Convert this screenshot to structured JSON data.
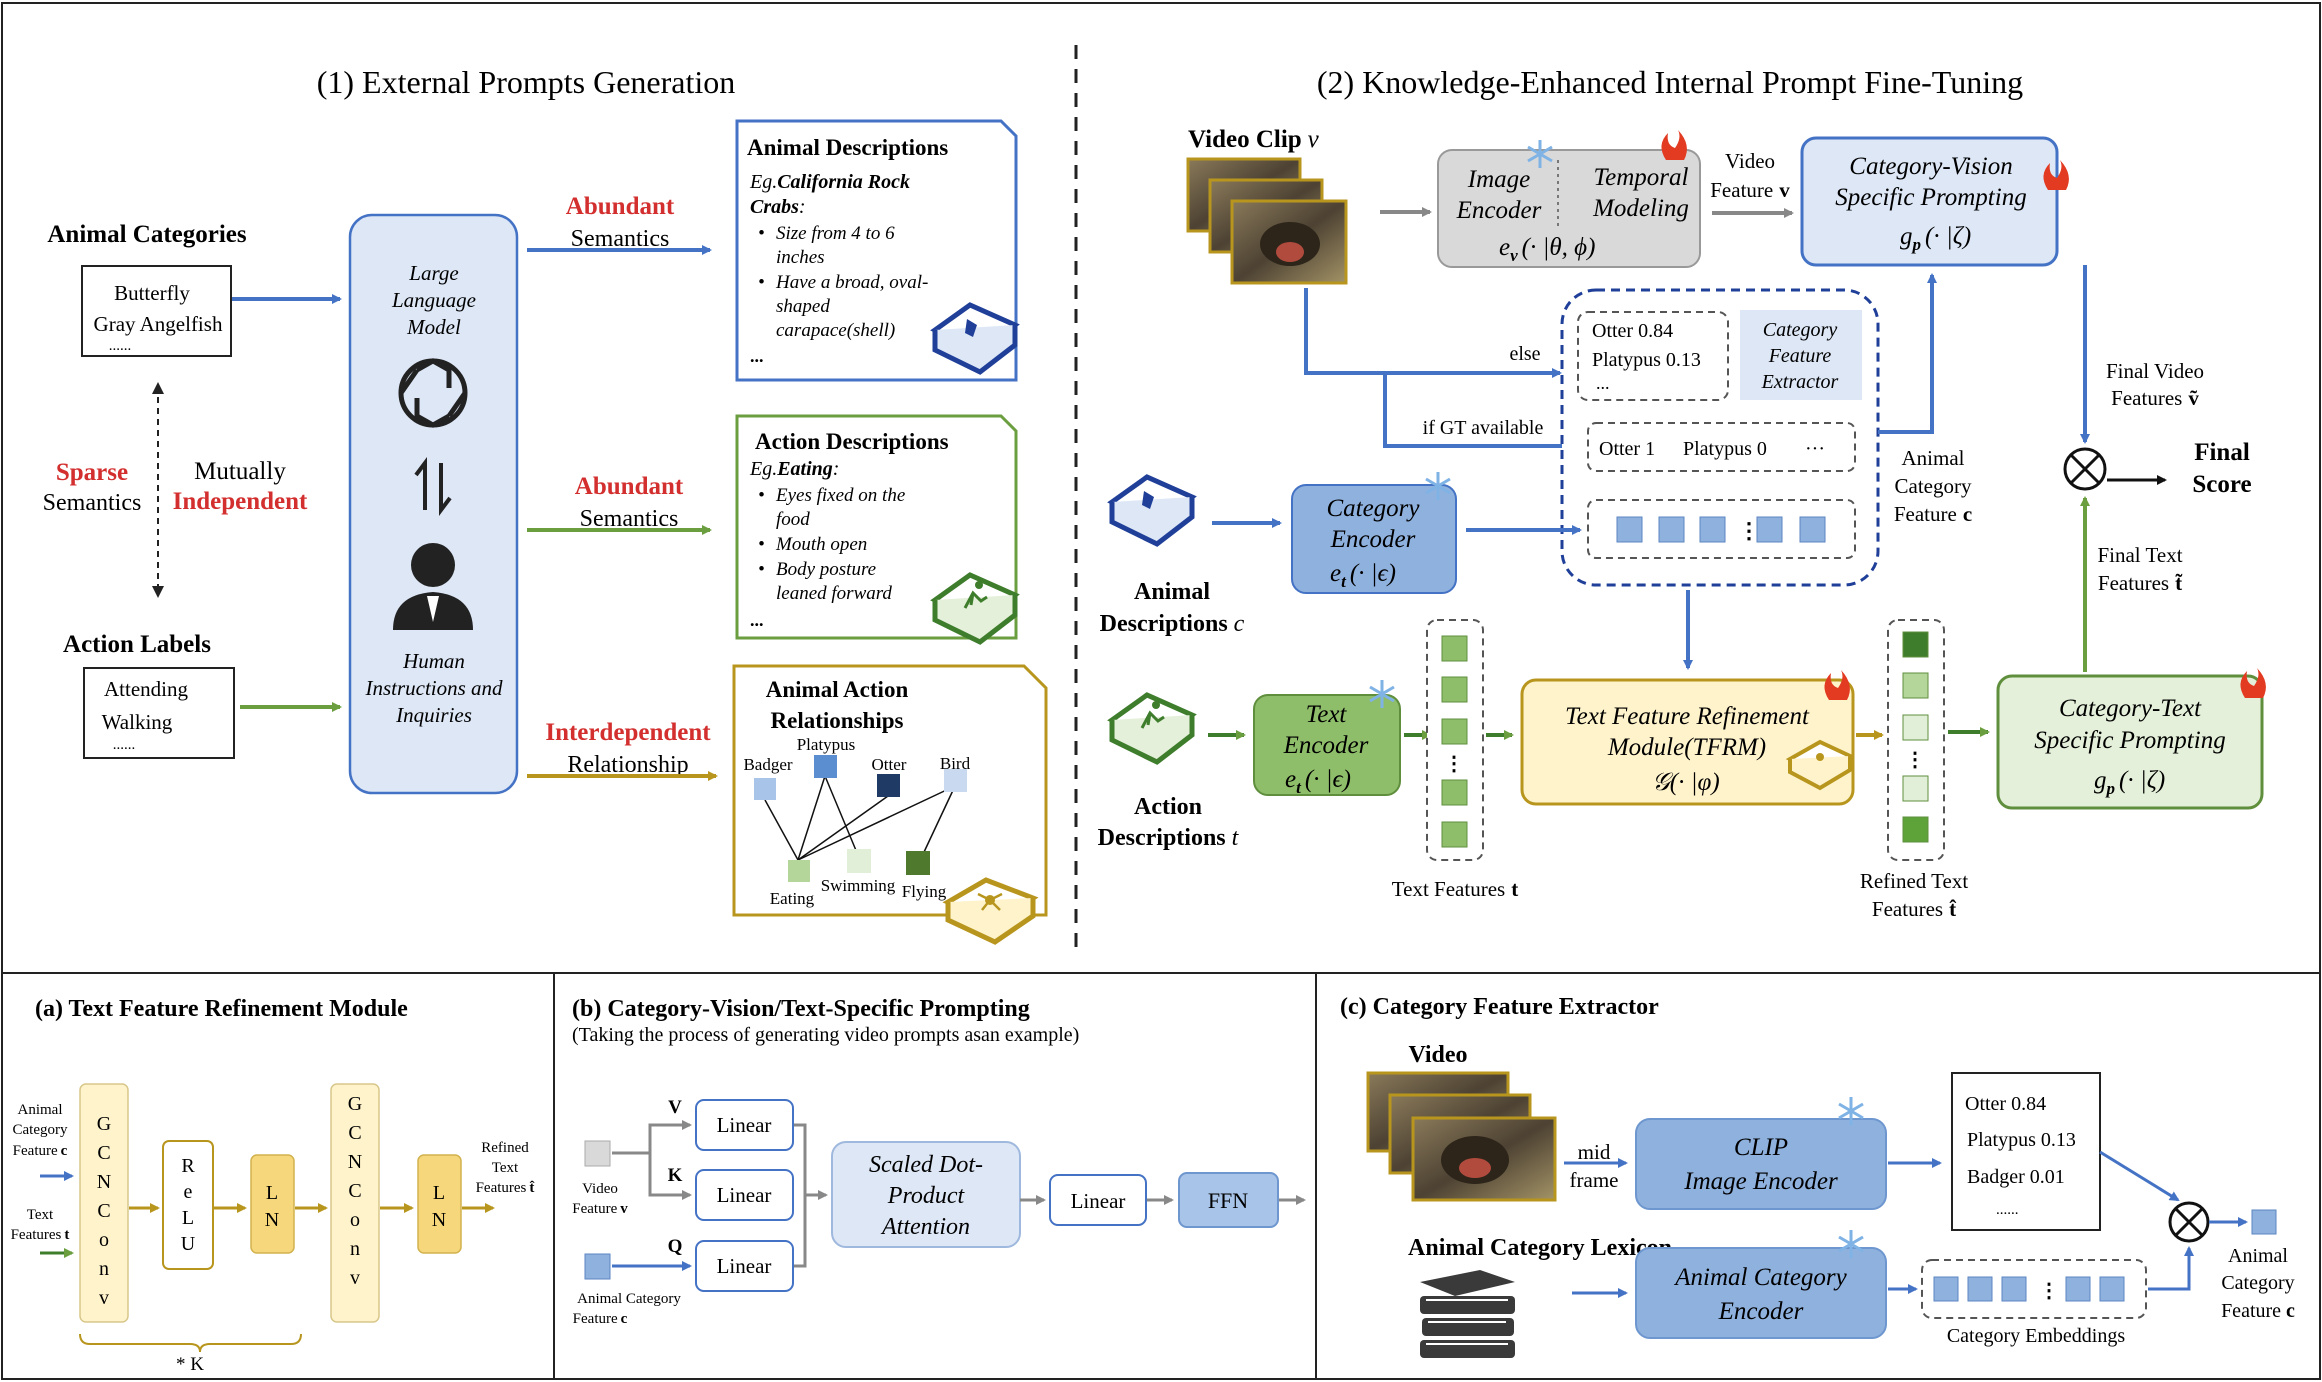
{
  "section1": {
    "title": "(1) External Prompts Generation",
    "animal_categories_label": "Animal Categories",
    "animal_categories": [
      "Butterfly",
      "Gray Angelfish",
      "......"
    ],
    "sparse": "Sparse",
    "semantics": "Semantics",
    "mutually": "Mutually",
    "independent": "Independent",
    "action_labels_label": "Action Labels",
    "action_labels": [
      "Attending",
      "Walking",
      "......"
    ],
    "llm": [
      "Large",
      "Language",
      "Model"
    ],
    "human": [
      "Human",
      "Instructions and",
      "Inquiries"
    ],
    "abundant1": "Abundant",
    "semantics1": "Semantics",
    "abundant2": "Abundant",
    "semantics2": "Semantics",
    "interdependent": "Interdependent",
    "relationship": "Relationship",
    "animal_desc": {
      "title": "Animal Descriptions",
      "eg_prefix": "Eg.",
      "eg_name": "California Rock",
      "eg_name2": "Crabs",
      "eg_suffix": ":",
      "bullets": [
        [
          "Size from 4 to 6",
          "inches"
        ],
        [
          "Have a broad, oval-",
          "shaped",
          "carapace(shell)"
        ]
      ],
      "more": "..."
    },
    "action_desc": {
      "title": "Action Descriptions",
      "eg_prefix": "Eg.",
      "eg_name": "Eating",
      "eg_suffix": ":",
      "bullets": [
        [
          "Eyes fixed on the",
          "food"
        ],
        [
          "Mouth open"
        ],
        [
          "Body posture",
          "leaned forward"
        ]
      ],
      "more": "..."
    },
    "relations": {
      "title1": "Animal Action",
      "title2": "Relationships",
      "animals": [
        "Badger",
        "Platypus",
        "Otter",
        "Bird"
      ],
      "actions": [
        "Eating",
        "Swimming",
        "Flying"
      ]
    }
  },
  "section2": {
    "title": "(2) Knowledge-Enhanced Internal Prompt Fine-Tuning",
    "video_clip": "Video Clip",
    "video_clip_var": "v",
    "image_encoder": [
      "Image",
      "Encoder"
    ],
    "temporal_modeling": [
      "Temporal",
      "Modeling"
    ],
    "ev": "e",
    "ev_sub": "v",
    "ev_args": "(· |θ, ϕ)",
    "video_feature": [
      "Video",
      "Feature"
    ],
    "video_feature_var": "v",
    "cvsp": [
      "Category-Vision",
      "Specific Prompting"
    ],
    "gp": "g",
    "gp_sub": "p",
    "gp_args": "(· |ζ)",
    "else": "else",
    "if_gt": "if GT available",
    "cfe_scores": [
      "Otter 0.84",
      "Platypus 0.13",
      "..."
    ],
    "cfe_label": [
      "Category",
      "Feature",
      "Extractor"
    ],
    "gt_row": [
      "Otter 1",
      "Platypus 0",
      "···"
    ],
    "animal_descriptions": [
      "Animal",
      "Descriptions"
    ],
    "animal_descriptions_var": "c",
    "category_encoder": [
      "Category",
      "Encoder"
    ],
    "et": "e",
    "et_sub": "t",
    "et_args": "(· |ϵ)",
    "animal_category_feature": [
      "Animal",
      "Category",
      "Feature"
    ],
    "animal_category_feature_var": "c",
    "final_video": [
      "Final Video",
      "Features"
    ],
    "final_video_var": "ṽ",
    "final_text": [
      "Final Text",
      "Features"
    ],
    "final_text_var": "t̃",
    "final_score": [
      "Final",
      "Score"
    ],
    "action_descriptions": [
      "Action",
      "Descriptions"
    ],
    "action_descriptions_var": "t",
    "text_encoder": [
      "Text",
      "Encoder"
    ],
    "tfrm": [
      "Text Feature Refinement",
      "Module(TFRM)"
    ],
    "tfrm_fn": "𝒢(· |φ)",
    "text_features": "Text Features",
    "text_features_var": "t",
    "refined_text": [
      "Refined Text",
      "Features"
    ],
    "refined_text_var": "t̂",
    "ctsp": [
      "Category-Text",
      "Specific Prompting"
    ]
  },
  "panel_a": {
    "title": "(a) Text Feature Refinement Module",
    "in_c": [
      "Animal",
      "Category",
      "Feature"
    ],
    "in_c_var": "c",
    "in_t": [
      "Text",
      "Features"
    ],
    "in_t_var": "t",
    "gcn": [
      "G",
      "C",
      "N",
      "C",
      "o",
      "n",
      "v"
    ],
    "relu": [
      "R",
      "e",
      "L",
      "U"
    ],
    "ln": [
      "L",
      "N"
    ],
    "out": [
      "Refined",
      "Text",
      "Features"
    ],
    "out_var": "t̂",
    "k": "* K"
  },
  "panel_b": {
    "title": "(b) Category-Vision/Text-Specific Prompting",
    "subtitle": "(Taking the process of generating video prompts asan example)",
    "video_feature": [
      "Video",
      "Feature"
    ],
    "video_feature_var": "v",
    "animal_cat": [
      "Animal Category",
      "Feature"
    ],
    "animal_cat_var": "c",
    "v": "V",
    "k": "K",
    "q": "Q",
    "linear": "Linear",
    "sdpa": [
      "Scaled Dot-",
      "Product",
      "Attention"
    ],
    "ffn": "FFN"
  },
  "panel_c": {
    "title": "(c) Category Feature Extractor",
    "video": "Video",
    "mid_frame": [
      "mid",
      "frame"
    ],
    "clip": [
      "CLIP",
      "Image Encoder"
    ],
    "scores": [
      "Otter 0.84",
      "Platypus 0.13",
      "Badger 0.01",
      "......"
    ],
    "lexicon": "Animal Category Lexicon",
    "ace": [
      "Animal Category",
      "Encoder"
    ],
    "cat_emb": "Category Embeddings",
    "out": [
      "Animal",
      "Category",
      "Feature"
    ],
    "out_var": "c"
  }
}
